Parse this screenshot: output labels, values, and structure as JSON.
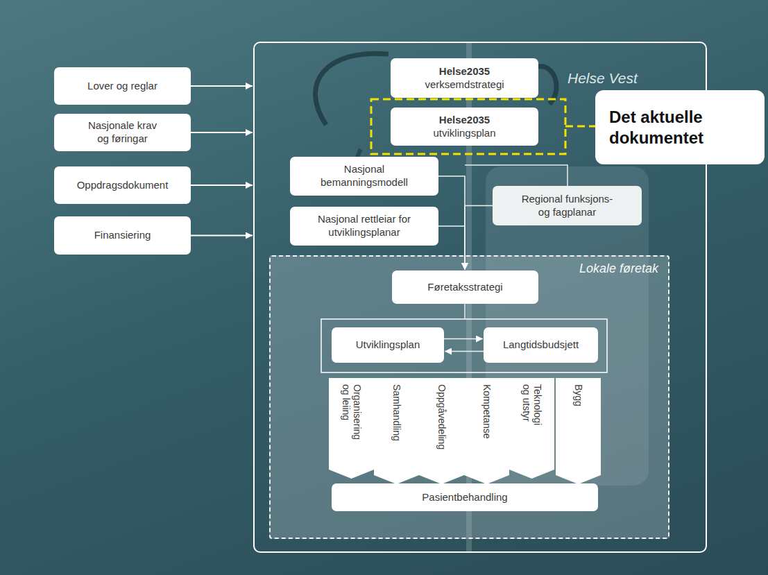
{
  "diagram": {
    "nodes": [
      {
        "text": [
          "Lover og reglar"
        ]
      },
      {
        "text": [
          "Nasjonale krav og føringar"
        ]
      },
      {
        "text": [
          "Oppdragsdokument"
        ]
      },
      {
        "text": [
          "Finansiering"
        ]
      },
      {
        "text": [
          "Helse Vest"
        ]
      },
      {
        "text": [
          "Helse2035",
          "verksemdstrategi"
        ],
        "in": 4
      },
      {
        "text": [
          "Helse2035",
          "utviklingsplan"
        ],
        "in": 4
      },
      {
        "text": [
          "Det aktuelle dokumentet"
        ]
      },
      {
        "text": [
          "Nasjonal bemanningsmodell"
        ],
        "in": 4
      },
      {
        "text": [
          "Regional funksjons- og fagplanar"
        ],
        "in": 4
      },
      {
        "text": [
          "Nasjonal rettleiar for utviklingsplanar"
        ],
        "in": 4
      },
      {
        "text": [
          "Lokale føretak"
        ],
        "in": 4
      },
      {
        "text": [
          "Føretaksstrategi"
        ],
        "in": 11
      },
      {
        "text": [
          "Utviklingsplan"
        ],
        "in": 11
      },
      {
        "text": [
          "Langtidsbudsjett"
        ],
        "in": 11
      },
      {
        "text": [
          "Organisering og leiing"
        ],
        "in": 11
      },
      {
        "text": [
          "Samhandling"
        ],
        "in": 11
      },
      {
        "text": [
          "Oppgåvedeling"
        ],
        "in": 11
      },
      {
        "text": [
          "Kompetanse"
        ],
        "in": 11
      },
      {
        "text": [
          "Teknologi og utstyr"
        ],
        "in": 11
      },
      {
        "text": [
          "Bygg"
        ],
        "in": 11
      },
      {
        "text": [
          "Pasientbehandling"
        ],
        "in": 11
      }
    ],
    "edges": [
      {
        "from": 0,
        "to": 4,
        "arrow": "to"
      },
      {
        "from": 1,
        "to": 4,
        "arrow": "to"
      },
      {
        "from": 2,
        "to": 4,
        "arrow": "to"
      },
      {
        "from": 3,
        "to": 4,
        "arrow": "to"
      },
      {
        "from": 8,
        "to": 12,
        "arrow": "to"
      },
      {
        "from": 10,
        "to": 12,
        "arrow": "to"
      },
      {
        "from": 9,
        "to": 12,
        "arrow": "to"
      },
      {
        "from": 13,
        "to": 14,
        "arrow": "to"
      },
      {
        "from": 14,
        "to": 13,
        "arrow": "to"
      }
    ]
  }
}
